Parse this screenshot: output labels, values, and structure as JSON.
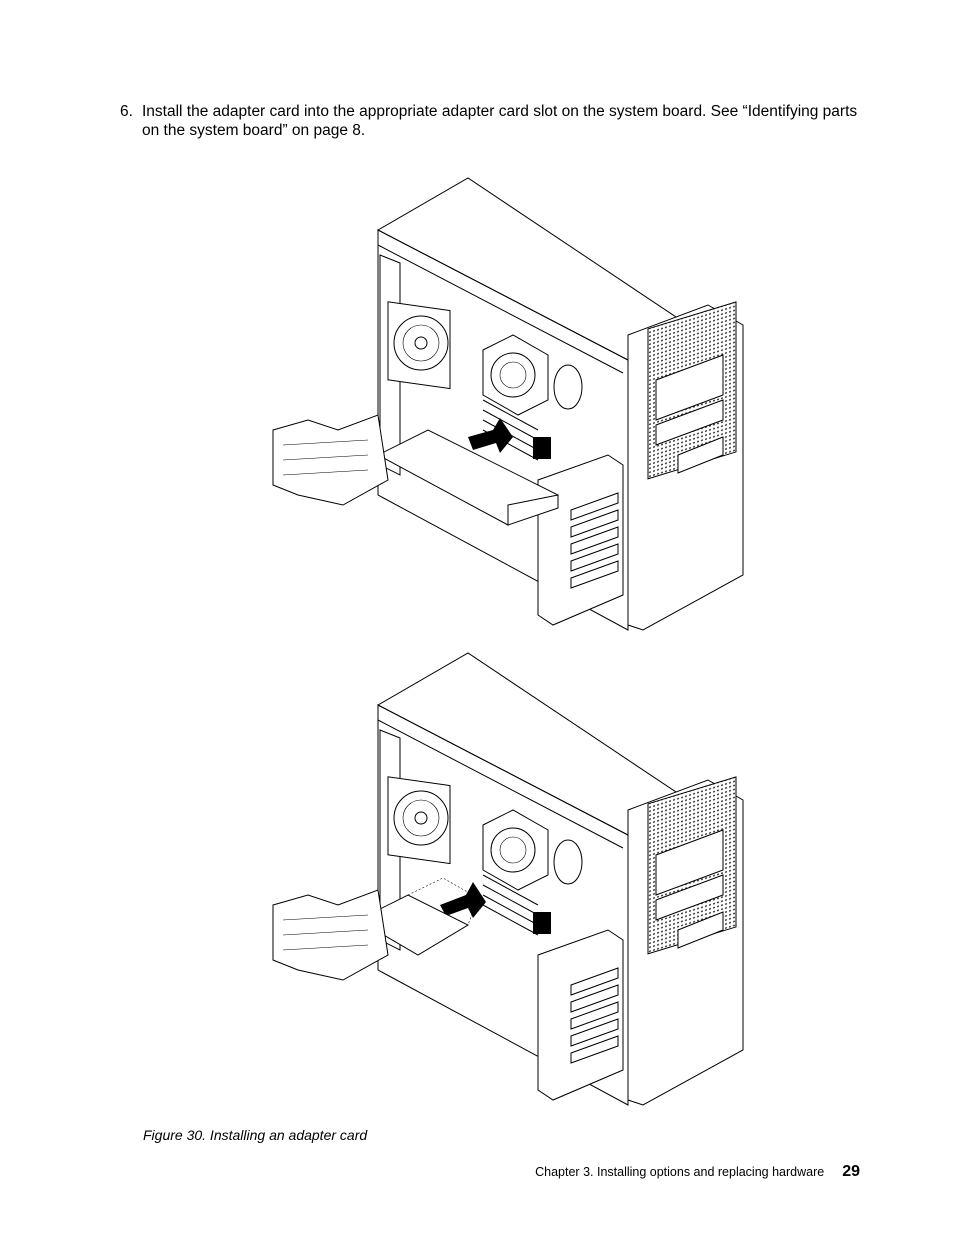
{
  "step": {
    "number": "6.",
    "text": "Install the adapter card into the appropriate adapter card slot on the system board.  See “Identifying parts on the system board” on page 8."
  },
  "figure": {
    "caption": "Figure 30.  Installing an adapter card"
  },
  "footer": {
    "chapter": "Chapter 3.  Installing options and replacing hardware",
    "page": "29"
  }
}
